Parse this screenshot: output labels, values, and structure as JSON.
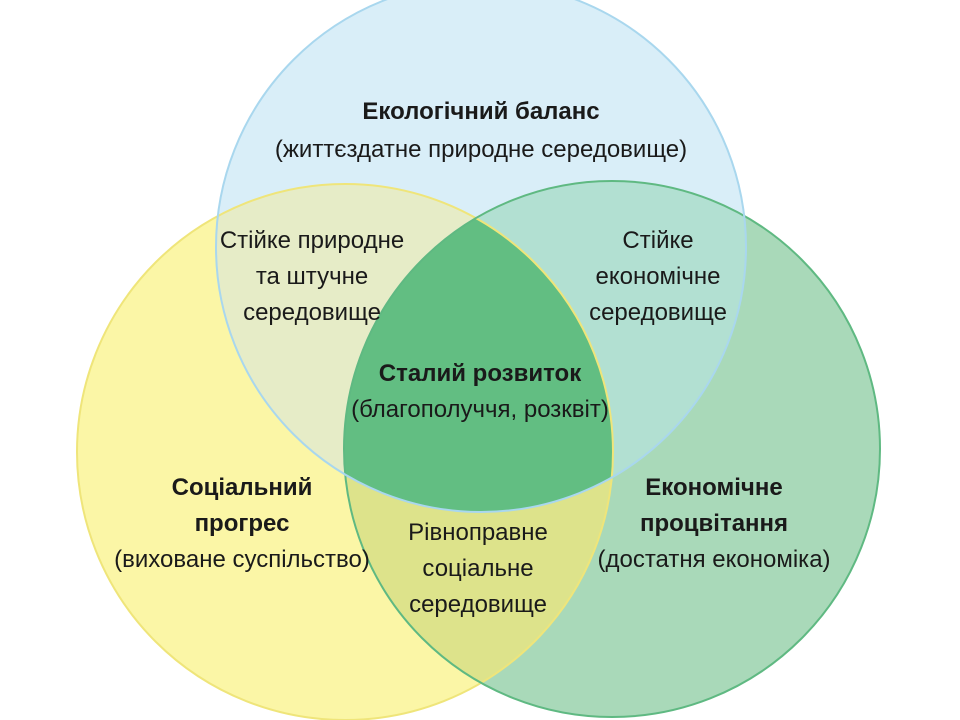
{
  "diagram": {
    "colors": {
      "circle_top_fill": "#d9eef8",
      "circle_top_stroke": "#a9d7ee",
      "circle_left_fill": "#fbf6a6",
      "circle_left_stroke": "#efe57a",
      "circle_right_fill": "#a9d9b9",
      "circle_right_stroke": "#5fb982",
      "top_left_overlap": "#e6ecc7",
      "top_right_overlap": "#b2e0d2",
      "left_right_overlap": "#dde38b",
      "center_overlap": "#62be82"
    },
    "top": {
      "title": "Екологічний баланс",
      "subtitle": "(життєздатне природне середовище)"
    },
    "left": {
      "title_line1": "Соціальний",
      "title_line2": "прогрес",
      "subtitle": "(виховане суспільство)"
    },
    "right": {
      "title_line1": "Економічне",
      "title_line2": "процвітання",
      "subtitle": "(достатня економіка)"
    },
    "top_left": {
      "line1": "Стійке природне",
      "line2": "та штучне",
      "line3": "середовище"
    },
    "top_right": {
      "line1": "Стійке",
      "line2": "економічне",
      "line3": "середовище"
    },
    "left_right": {
      "line1": "Рівноправне",
      "line2": "соціальне",
      "line3": "середовище"
    },
    "center": {
      "title": "Сталий розвиток",
      "subtitle": "(благополуччя, розквіт)"
    }
  }
}
